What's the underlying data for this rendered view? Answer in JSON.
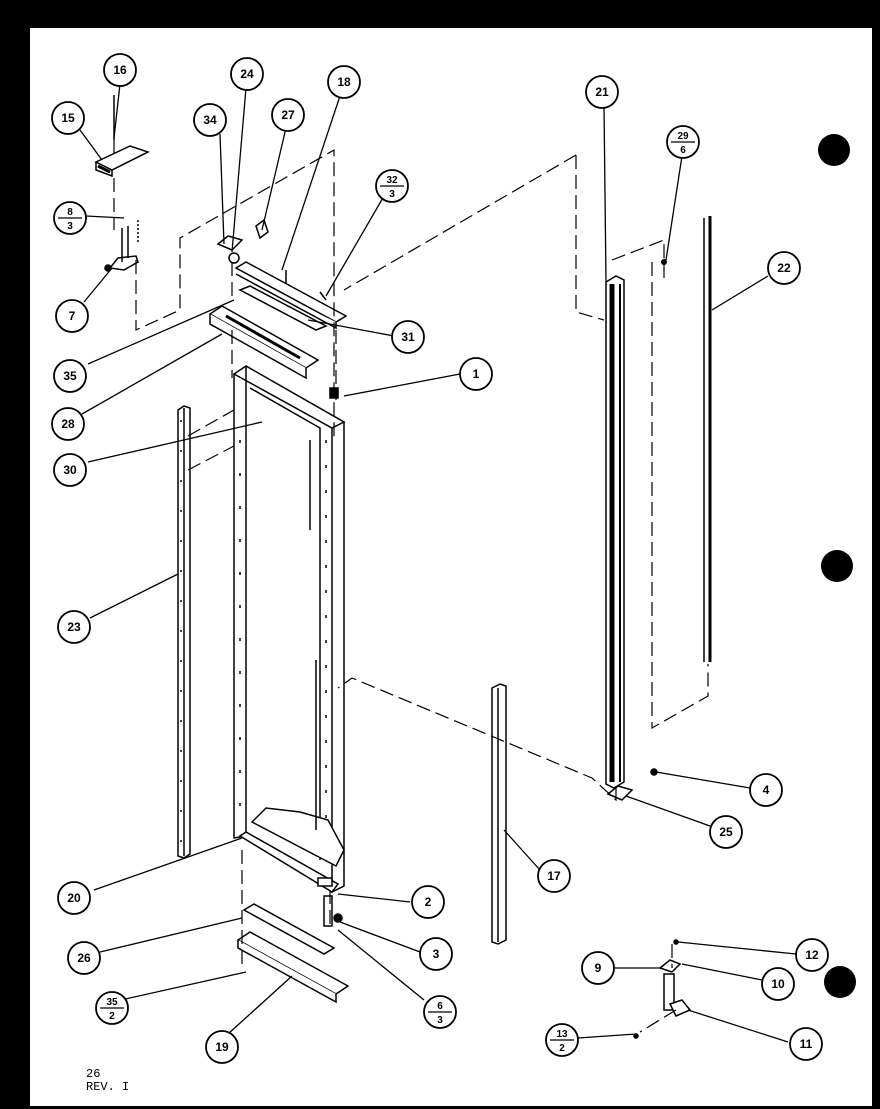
{
  "callouts": {
    "c16": "16",
    "c24": "24",
    "c18": "18",
    "c15": "15",
    "c34": "34",
    "c27": "27",
    "c7": "7",
    "c35": "35",
    "c31": "31",
    "c1": "1",
    "c28": "28",
    "c30": "30",
    "c23": "23",
    "c20": "20",
    "c2": "2",
    "c3": "3",
    "c26": "26",
    "c19": "19",
    "c21": "21",
    "c22": "22",
    "c4": "4",
    "c25": "25",
    "c17": "17",
    "c12": "12",
    "c9": "9",
    "c10": "10",
    "c11": "11"
  },
  "fraction_callouts": {
    "f8_3": {
      "top": "8",
      "bottom": "3"
    },
    "f32_3": {
      "top": "32",
      "bottom": "3"
    },
    "f29_6": {
      "top": "29",
      "bottom": "6"
    },
    "f6_3": {
      "top": "6",
      "bottom": "3"
    },
    "f35_2": {
      "top": "35",
      "bottom": "2"
    },
    "f13_2": {
      "top": "13",
      "bottom": "2"
    }
  },
  "corner_note": {
    "line1": "26",
    "line2": "REV. I"
  },
  "colors": {
    "ink": "#000000",
    "paper": "#ffffff",
    "border": "#000000"
  }
}
